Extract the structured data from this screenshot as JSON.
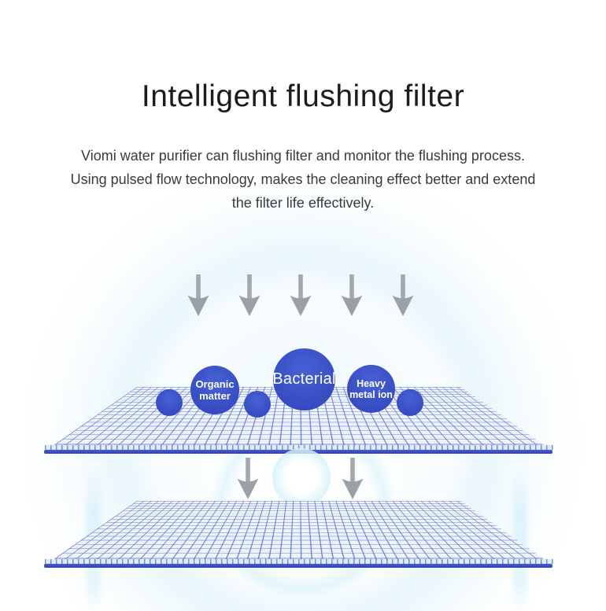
{
  "header": {
    "title": "Intelligent flushing filter"
  },
  "description": {
    "line1": "Viomi water purifier can flushing filter and monitor the flushing process.",
    "line2": "Using pulsed flow technology, makes the cleaning effect better and extend",
    "line3": "the filter life effectively."
  },
  "diagram": {
    "particles": {
      "organic": {
        "line1": "Organic",
        "line2": "matter"
      },
      "bacterial": {
        "label": "Bacterial"
      },
      "heavy": {
        "line1": "Heavy",
        "line2": "metal ion"
      }
    },
    "icons": {
      "top_arrows": "down-arrow-icon x5 (contaminated water flow)",
      "mid_arrows": "down-arrow-icon x2 (filtered water flow)",
      "bubble": "water-bubble"
    },
    "colors": {
      "particle_blue": "#3a51c6",
      "mesh_line": "#5c71cb",
      "mesh_edge": "#3143bd",
      "arrow_gray": "#a0a6aa",
      "ring_blue": "#dbeff9",
      "text_dark": "#1c1c1c"
    }
  }
}
